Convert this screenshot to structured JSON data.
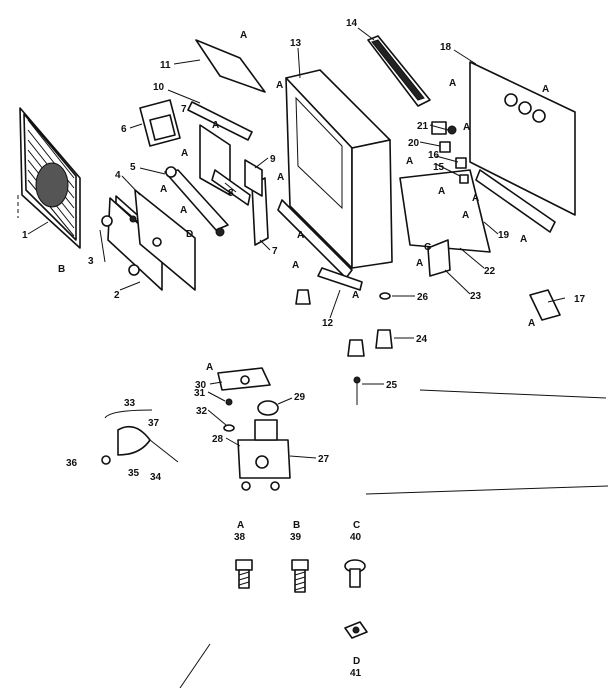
{
  "callouts": [
    {
      "id": "c1",
      "text": "1"
    },
    {
      "id": "c2",
      "text": "2"
    },
    {
      "id": "c3",
      "text": "3"
    },
    {
      "id": "c4",
      "text": "4"
    },
    {
      "id": "c5",
      "text": "5"
    },
    {
      "id": "c6",
      "text": "6"
    },
    {
      "id": "c7a",
      "text": "7"
    },
    {
      "id": "c7b",
      "text": "7"
    },
    {
      "id": "c8",
      "text": "8"
    },
    {
      "id": "c9",
      "text": "9"
    },
    {
      "id": "c10",
      "text": "10"
    },
    {
      "id": "c11",
      "text": "11"
    },
    {
      "id": "c12",
      "text": "12"
    },
    {
      "id": "c13",
      "text": "13"
    },
    {
      "id": "c14",
      "text": "14"
    },
    {
      "id": "c15",
      "text": "15"
    },
    {
      "id": "c16",
      "text": "16"
    },
    {
      "id": "c17",
      "text": "17"
    },
    {
      "id": "c18",
      "text": "18"
    },
    {
      "id": "c19",
      "text": "19"
    },
    {
      "id": "c20",
      "text": "20"
    },
    {
      "id": "c21",
      "text": "21"
    },
    {
      "id": "c22",
      "text": "22"
    },
    {
      "id": "c23",
      "text": "23"
    },
    {
      "id": "c24",
      "text": "24"
    },
    {
      "id": "c25",
      "text": "25"
    },
    {
      "id": "c26",
      "text": "26"
    },
    {
      "id": "c27",
      "text": "27"
    },
    {
      "id": "c28",
      "text": "28"
    },
    {
      "id": "c29",
      "text": "29"
    },
    {
      "id": "c30",
      "text": "30"
    },
    {
      "id": "c31",
      "text": "31"
    },
    {
      "id": "c32",
      "text": "32"
    },
    {
      "id": "c33",
      "text": "33"
    },
    {
      "id": "c34",
      "text": "34"
    },
    {
      "id": "c35",
      "text": "35"
    },
    {
      "id": "c36",
      "text": "36"
    },
    {
      "id": "c37",
      "text": "37"
    }
  ],
  "fastener_letters": {
    "a": "A",
    "b": "B",
    "c": "C",
    "d": "D"
  },
  "fastener_legend": [
    {
      "id": "fa",
      "letter": "A",
      "number": "38"
    },
    {
      "id": "fb",
      "letter": "B",
      "number": "39"
    },
    {
      "id": "fc",
      "letter": "C",
      "number": "40"
    },
    {
      "id": "fd",
      "letter": "D",
      "number": "41"
    }
  ]
}
